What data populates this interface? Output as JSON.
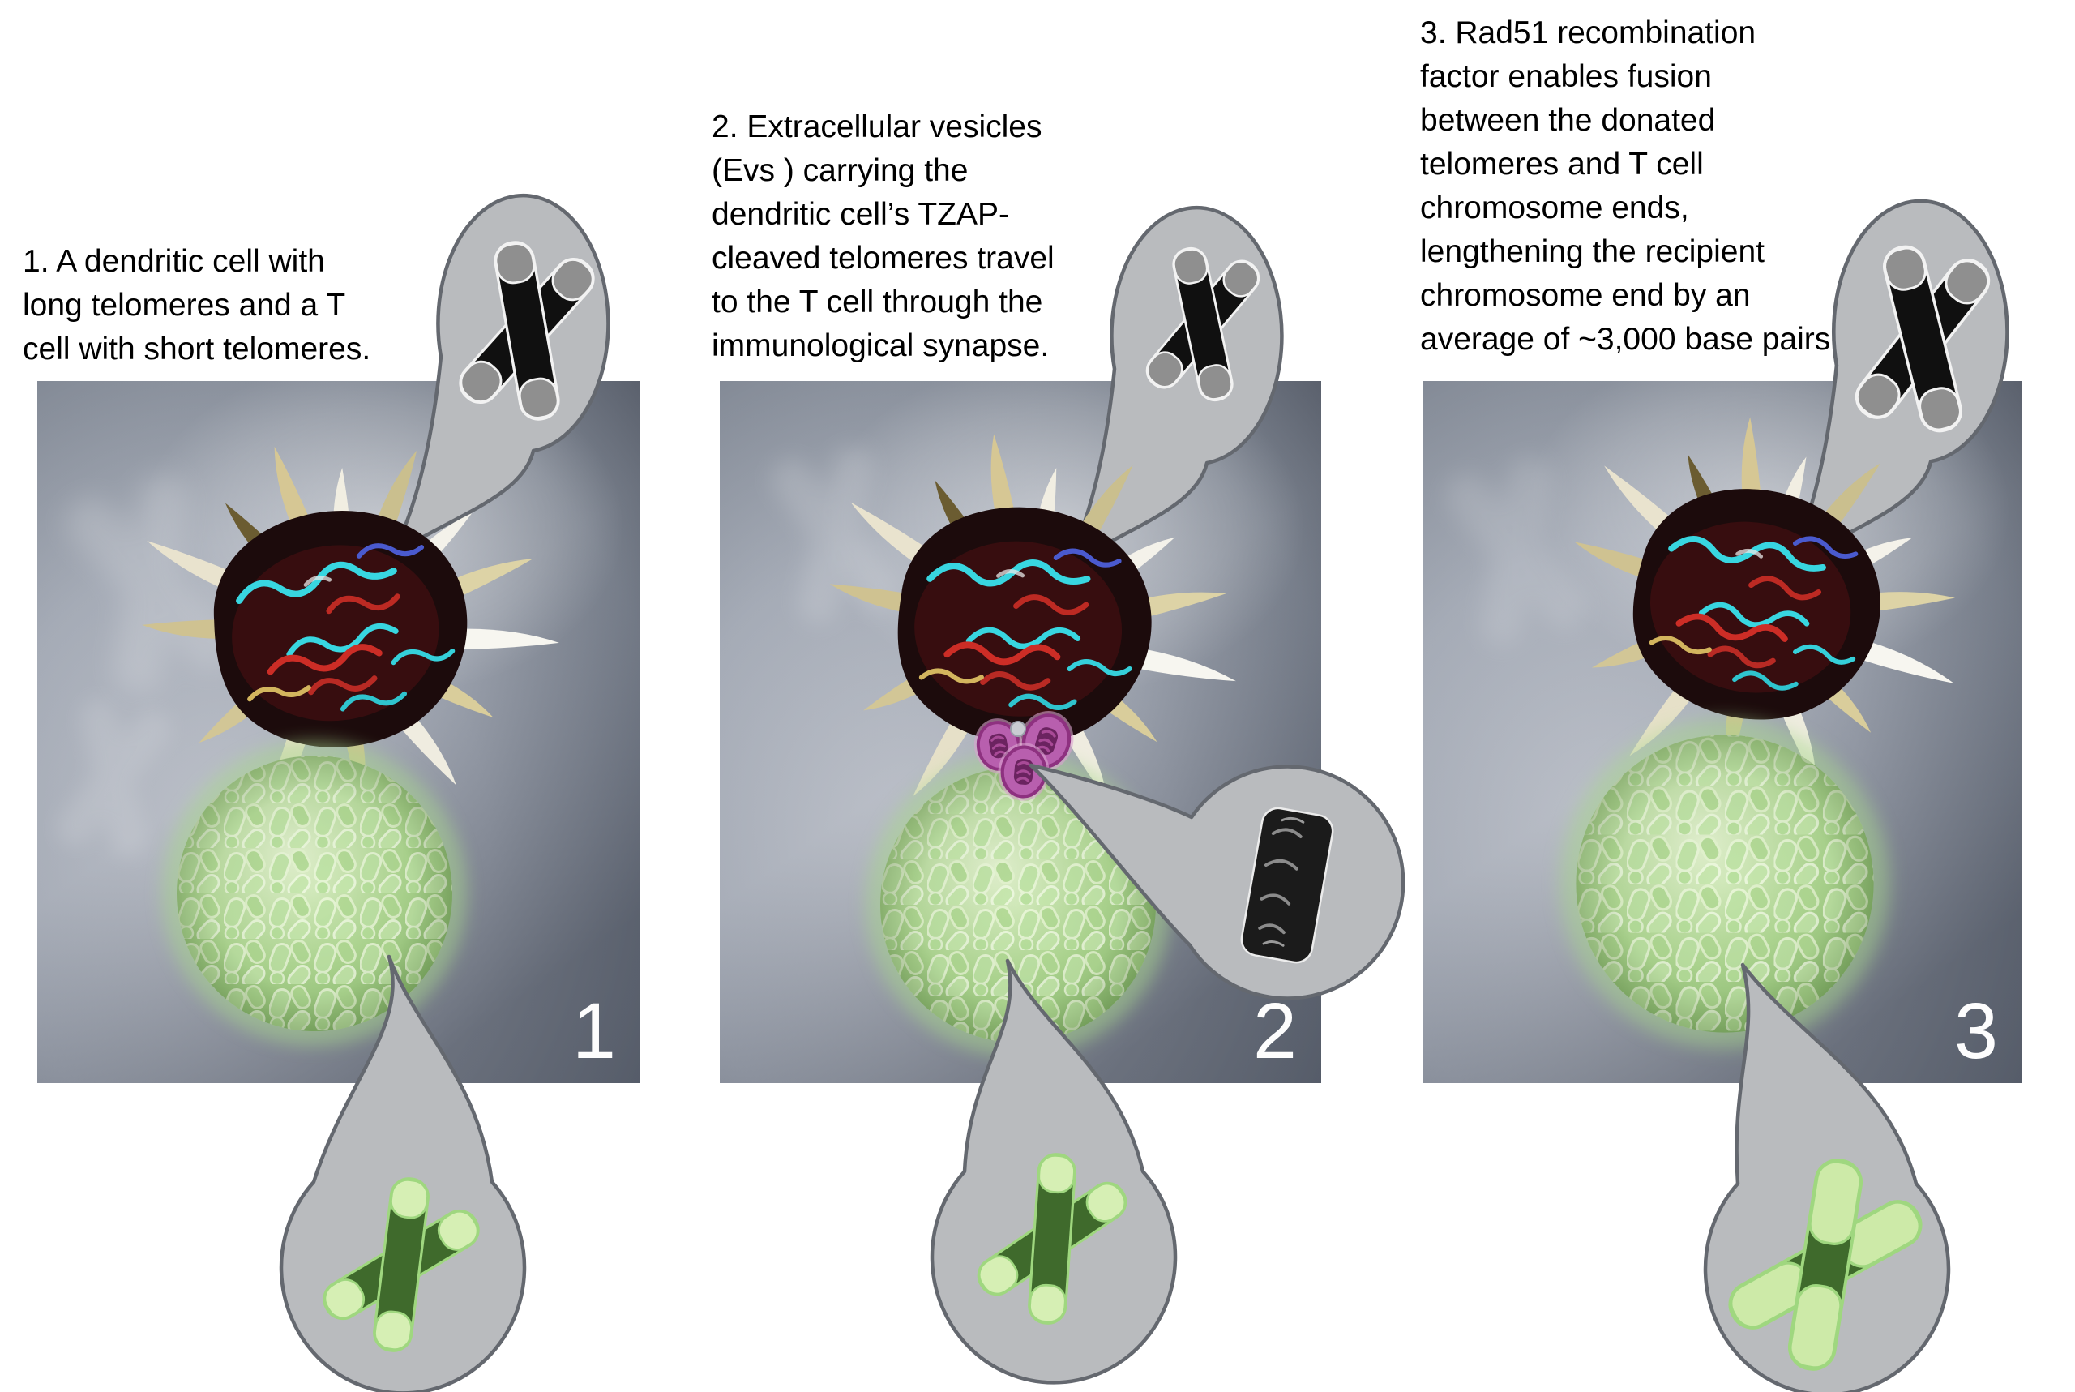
{
  "figure": {
    "type": "scientific-illustration",
    "title": "",
    "panels": [
      {
        "number_label": "1",
        "caption": "1. A dendritic cell with\nlong telomeres and a T\ncell with short telomeres.",
        "elements": [
          "dendritic-cell",
          "t-cell",
          "long-telomere-chromosome-callout",
          "short-telomere-chromosome-callout"
        ]
      },
      {
        "number_label": "2",
        "caption": "2. Extracellular vesicles\n(Evs ) carrying the\ndendritic cell’s TZAP-\ncleaved telomeres travel\nto the T cell through the\nimmunological synapse.",
        "elements": [
          "dendritic-cell",
          "t-cell",
          "extracellular-vesicles",
          "telomere-fragment-callout",
          "donor-chromosome-callout",
          "recipient-chromosome-callout"
        ]
      },
      {
        "number_label": "3",
        "caption": "3. Rad51 recombination\nfactor enables fusion\nbetween the donated\ntelomeres and T cell\nchromosome ends,\nlengthening the recipient\nchromosome end by an\naverage of ~3,000 base pairs.",
        "elements": [
          "dendritic-cell",
          "t-cell",
          "donor-chromosome-callout",
          "lengthened-telomere-chromosome-callout"
        ]
      }
    ],
    "colors": {
      "background": "#ffffff",
      "caption_text": "#000000",
      "panel_number_text": "#fdfdfd",
      "panel_grey_light": "#c6cad2",
      "panel_grey_mid": "#a8aeb9",
      "panel_grey_dark": "#565c68",
      "callout_fill": "#b9bbbe",
      "callout_stroke": "#64686f",
      "t_cell_green": "#a9d18c",
      "t_cell_green_light": "#d9ecc2",
      "chromosome_black_body": "#101010",
      "chromosome_black_telomere": "#8f8f8f",
      "chromosome_green_body": "#3f6a2c",
      "chromosome_green_telomere": "#cdeaa8",
      "vesicle_purple": "#b85fae",
      "vesicle_purple_dark": "#8e3180",
      "dendritic_dark_red": "#4f1113",
      "dendritic_cyan": "#38d6e0",
      "dendritic_red": "#cc2d26",
      "dendritic_tan": "#d3b55e"
    }
  }
}
